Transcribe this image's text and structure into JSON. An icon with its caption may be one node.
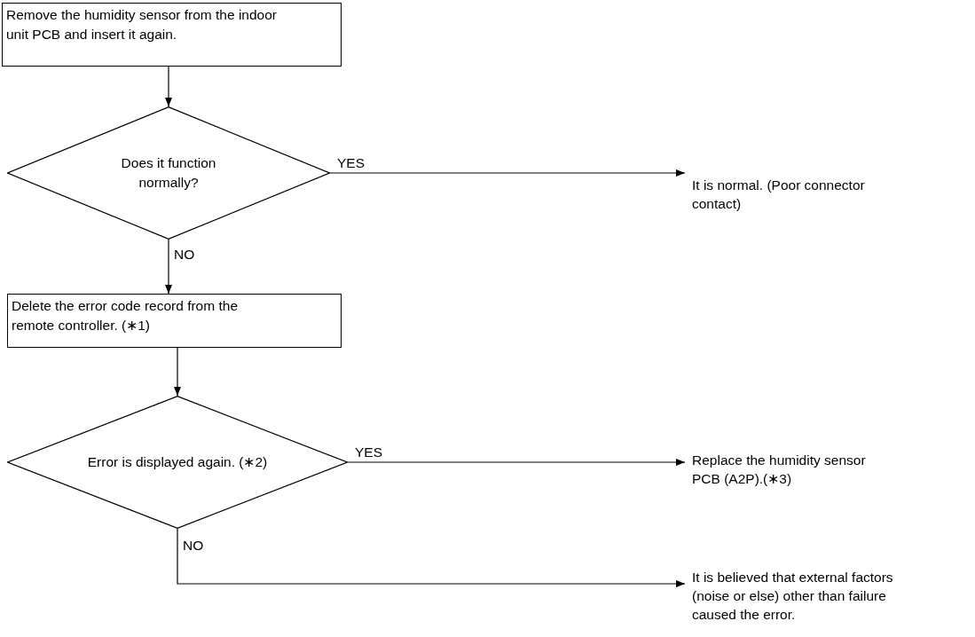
{
  "diagram": {
    "nodes": [
      {
        "text": [
          "Remove the humidity sensor from the indoor unit PCB and insert it again."
        ]
      },
      {
        "text": [
          "Does it function normally?"
        ]
      },
      {
        "text": [
          "It is normal. (Poor connector contact)"
        ]
      },
      {
        "text": [
          "Delete the error code record from the remote controller. (∗1)"
        ]
      },
      {
        "text": [
          "Error is displayed again. (∗2)"
        ]
      },
      {
        "text": [
          "Replace the humidity sensor PCB (A2P).(∗3)"
        ]
      },
      {
        "text": [
          "It is believed that external factors (noise or else) other than failure caused the error."
        ]
      }
    ],
    "edges": [
      {
        "from": 0,
        "to": 1,
        "arrow": "to"
      },
      {
        "from": 1,
        "to": 2,
        "arrow": "to",
        "label": "YES"
      },
      {
        "from": 1,
        "to": 3,
        "arrow": "to",
        "label": "NO"
      },
      {
        "from": 3,
        "to": 4,
        "arrow": "to"
      },
      {
        "from": 4,
        "to": 5,
        "arrow": "to",
        "label": "YES"
      },
      {
        "from": 4,
        "to": 6,
        "arrow": "to",
        "label": "NO"
      }
    ]
  }
}
